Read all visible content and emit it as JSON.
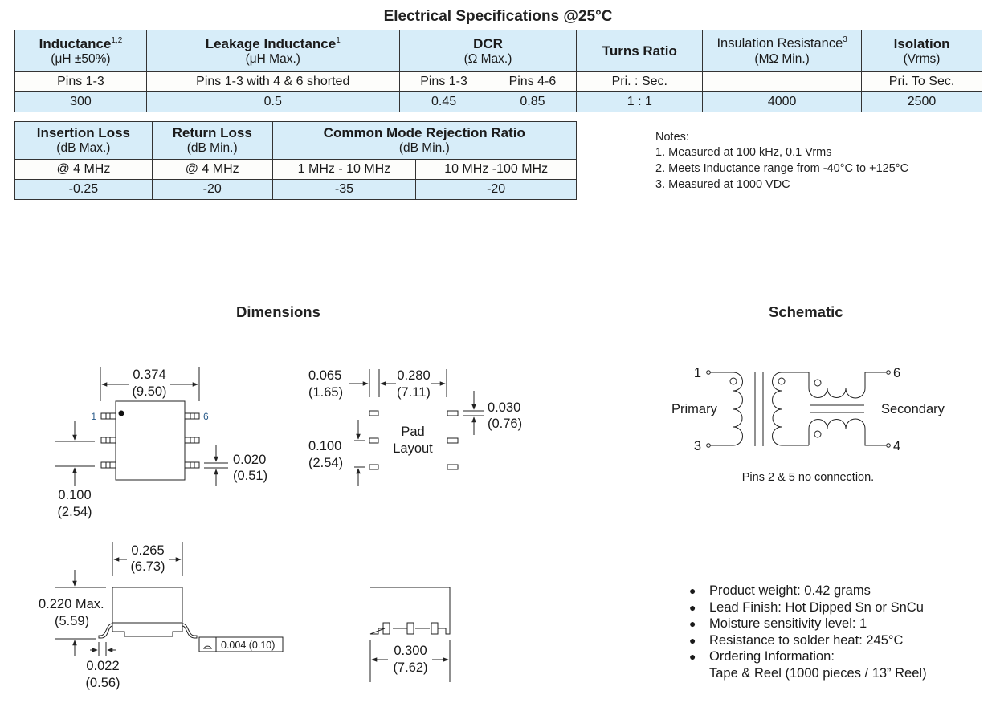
{
  "title": "Electrical Specifications @25°C",
  "table1": {
    "headers": [
      {
        "main": "Inductance",
        "sup": "1,2",
        "unit": "(μH ±50%)"
      },
      {
        "main": "Leakage Inductance",
        "sup": "1",
        "unit": "(μH Max.)"
      },
      {
        "main": "DCR",
        "sup": "",
        "unit": "(Ω Max.)"
      },
      {
        "main": "Turns Ratio",
        "sup": "",
        "unit": ""
      },
      {
        "main": "Insulation Resistance",
        "sup": "3",
        "unit": "(MΩ Min.)"
      },
      {
        "main": "Isolation",
        "sup": "",
        "unit": "(Vrms)"
      }
    ],
    "conditions": [
      "Pins 1-3",
      "Pins 1-3 with 4 & 6 shorted",
      "Pins 1-3",
      "Pins 4-6",
      "Pri. : Sec.",
      "",
      "Pri. To Sec."
    ],
    "values": [
      "300",
      "0.5",
      "0.45",
      "0.85",
      "1 : 1",
      "4000",
      "2500"
    ]
  },
  "table2": {
    "headers": [
      {
        "main": "Insertion Loss",
        "unit": "(dB Max.)"
      },
      {
        "main": "Return Loss",
        "unit": "(dB Min.)"
      },
      {
        "main": "Common Mode Rejection Ratio",
        "unit": "(dB Min.)"
      }
    ],
    "conditions": [
      "@ 4 MHz",
      "@ 4 MHz",
      "1 MHz - 10 MHz",
      "10 MHz -100 MHz"
    ],
    "values": [
      "-0.25",
      "-20",
      "-35",
      "-20"
    ]
  },
  "notes": {
    "heading": "Notes:",
    "items": [
      "1. Measured at 100 kHz, 0.1 Vrms",
      "2. Meets Inductance range from -40°C to +125°C",
      "3. Measured at 1000 VDC"
    ]
  },
  "dimensions": {
    "title": "Dimensions",
    "top_view": {
      "width_in": "0.374",
      "width_mm": "(9.50)",
      "pitch_in": "0.100",
      "pitch_mm": "(2.54)",
      "lead_in": "0.020",
      "lead_mm": "(0.51)",
      "pin_1": "1",
      "pin_6": "6"
    },
    "pad_layout": {
      "label_line1": "Pad",
      "label_line2": "Layout",
      "pad_width_in": "0.065",
      "pad_width_mm": "(1.65)",
      "span_in": "0.280",
      "span_mm": "(7.11)",
      "pad_height_in": "0.030",
      "pad_height_mm": "(0.76)",
      "pitch_in": "0.100",
      "pitch_mm": "(2.54)"
    },
    "side_view": {
      "width_in": "0.265",
      "width_mm": "(6.73)",
      "height_in": "0.220 Max.",
      "height_mm": "(5.59)",
      "lead_in": "0.022",
      "lead_mm": "(0.56)",
      "coplanarity": "0.004 (0.10)"
    },
    "end_view": {
      "width_in": "0.300",
      "width_mm": "(7.62)"
    }
  },
  "schematic": {
    "title": "Schematic",
    "pin_1": "1",
    "pin_3": "3",
    "pin_6": "6",
    "pin_4": "4",
    "primary": "Primary",
    "secondary": "Secondary",
    "note": "Pins 2 & 5 no connection."
  },
  "features": [
    "Product weight: 0.42 grams",
    "Lead Finish: Hot Dipped Sn or SnCu",
    "Moisture sensitivity level: 1",
    "Resistance to solder heat: 245°C",
    "Ordering Information:"
  ],
  "features_continuation": "Tape & Reel (1000 pieces / 13” Reel)"
}
